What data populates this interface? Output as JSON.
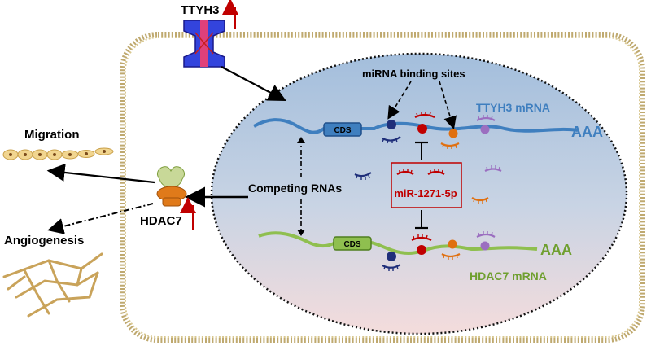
{
  "labels": {
    "ttyh3_protein": "TTYH3",
    "hdac7_protein": "HDAC7",
    "migration": "Migration",
    "angiogenesis": "Angiogenesis",
    "mirna_binding_sites": "miRNA binding sites",
    "ttyh3_mrna": "TTYH3 mRNA",
    "hdac7_mrna": "HDAC7 mRNA",
    "cds_top": "CDS",
    "cds_bottom": "CDS",
    "polya_top": "AAA",
    "polya_bottom": "AAA",
    "competing_rnas": "Competing RNAs",
    "mirna_name": "miR-1271-5p"
  },
  "colors": {
    "membrane": "#c8b27a",
    "nucleus_top": "#a9c2de",
    "nucleus_bottom": "#f2dcdc",
    "ttyh3_mrna": "#3f7fbf",
    "hdac7_mrna": "#8fbf4f",
    "mirna_red": "#c00000",
    "mirna_navy": "#1f2f7a",
    "mirna_orange": "#e07010",
    "mirna_purple": "#9b6fc0",
    "up_arrow": "#c00000"
  },
  "regulation": {
    "ttyh3_up": "up-arrow-icon",
    "hdac7_up": "up-arrow-icon"
  }
}
